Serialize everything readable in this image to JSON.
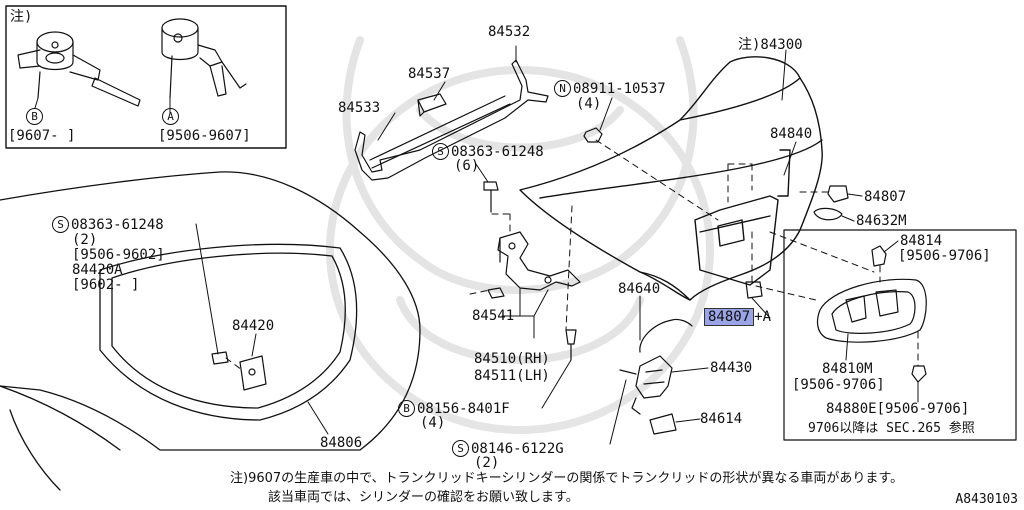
{
  "labels": {
    "p84532": "84532",
    "p84537": "84537",
    "p84533": "84533",
    "p84300": "注)84300",
    "p08911_code": "08911-10537",
    "p08911_qty": "(4)",
    "p08911_sym": "N",
    "p08363a_code": "08363-61248",
    "p08363a_qty": "(6)",
    "p08363a_sym": "S",
    "p84840": "84840",
    "p84807_top": "84807",
    "p84632m": "84632M",
    "p84814": "84814",
    "p84814_date": "[9506-9706]",
    "p08363b_code": "08363-61248",
    "p08363b_sym": "S",
    "p08363b_qty": "(2)",
    "p08363b_d1": "[9506-9602]",
    "p84420a": "84420A",
    "p84420a_date": "[9602- ]",
    "p84420": "84420",
    "p84541": "84541",
    "p84640": "84640",
    "p84807_hl": "84807",
    "p84807_suffix": "+A",
    "p84510": "84510(RH)",
    "p84511": "84511(LH)",
    "p84430": "84430",
    "p84810m": "84810M",
    "p84810m_date": "[9506-9706]",
    "p08156_code": "08156-8401F",
    "p08156_qty": "(4)",
    "p08156_sym": "B",
    "p84614": "84614",
    "p84880e": "84880E[9506-9706]",
    "p_sec": "9706以降は SEC.265 参照",
    "p84806": "84806",
    "p08146_code": "08146-6122G",
    "p08146_qty": "(2)",
    "p08146_sym": "S",
    "inset_note": "注)",
    "inset_b": "B",
    "inset_b_date": "[9607- ]",
    "inset_a": "A",
    "inset_a_date": "[9506-9607]"
  },
  "footnote": {
    "line1": "注)9607の生産車の中で、トランクリッドキーシリンダーの関係でトランクリッドの形状が異なる車両があります。",
    "line2": "該当車両では、シリンダーの確認をお願い致します。"
  },
  "diagram_code": "A8430103"
}
